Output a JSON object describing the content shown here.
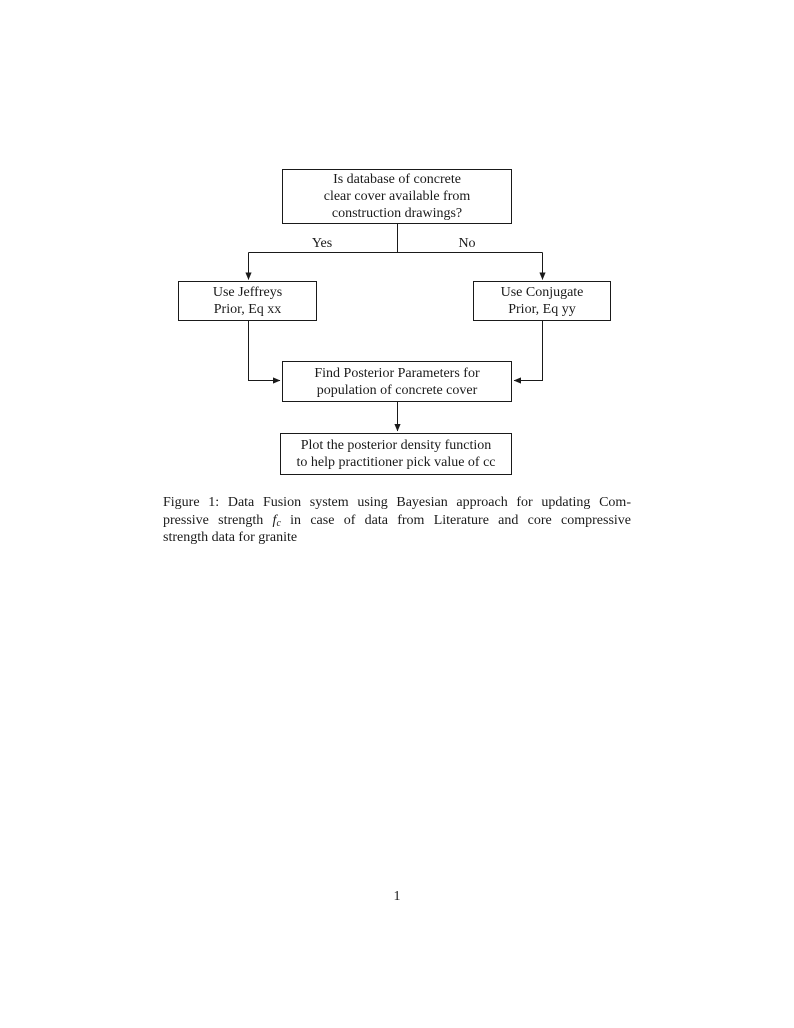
{
  "flowchart": {
    "decision": "Is database of concrete\nclear cover available from\nconstruction drawings?",
    "yes_label": "Yes",
    "no_label": "No",
    "jeffreys": "Use Jeffreys\nPrior, Eq xx",
    "conjugate": "Use Conjugate\nPrior, Eq yy",
    "posterior": "Find Posterior Parameters for\npopulation of concrete cover",
    "plot": "Plot the posterior density function\nto help practitioner pick value of cc"
  },
  "caption": {
    "line1": "Figure 1: Data Fusion system using Bayesian approach for updating Com-",
    "line2_before_math": "pressive strength",
    "math_symbol": "f",
    "math_subscript": "c",
    "line2_after_math": "in case of data from Literature and core compressive",
    "line3": "strength data for granite"
  },
  "page": {
    "page_number": "1"
  },
  "colors": {
    "ink": "#1a1a1a",
    "background": "#ffffff"
  }
}
